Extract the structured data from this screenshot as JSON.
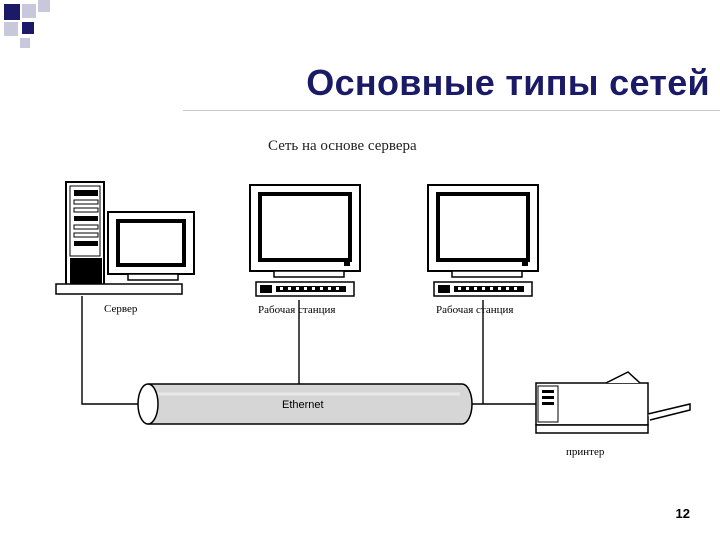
{
  "slide": {
    "title": "Основные типы сетей",
    "page_number": "12"
  },
  "diagram": {
    "caption": "Сеть на основе сервера",
    "server_label": "Сервер",
    "workstation1_label": "Рабочая станция",
    "workstation2_label": "Рабочая станция",
    "cable_label": "Ethernet",
    "printer_label": "принтер"
  },
  "colors": {
    "title": "#1a1a66",
    "corner_dark": "#1a1a66",
    "corner_light": "#c8c8dc"
  }
}
